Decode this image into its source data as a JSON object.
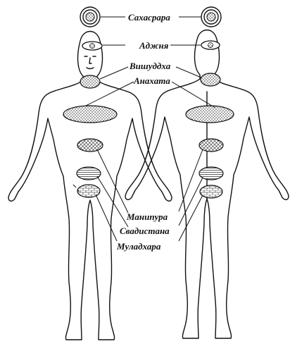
{
  "figures": {
    "front": "front-view",
    "back": "back-view"
  },
  "chakras": [
    {
      "id": "sahasrara",
      "label": "Сахасрара",
      "pattern": "rings"
    },
    {
      "id": "ajna",
      "label": "Аджня",
      "pattern": "eye"
    },
    {
      "id": "vishuddha",
      "label": "Вишуддха",
      "pattern": "dots"
    },
    {
      "id": "anahata",
      "label": "Анахата",
      "pattern": "dots"
    },
    {
      "id": "manipura",
      "label": "Манипура",
      "pattern": "crosshatch"
    },
    {
      "id": "svadhisthana",
      "label": "Свадистана",
      "pattern": "lines"
    },
    {
      "id": "muladhara",
      "label": "Муладхара",
      "pattern": "brick"
    }
  ],
  "colors": {
    "ink": "#111111",
    "background": "#ffffff"
  }
}
